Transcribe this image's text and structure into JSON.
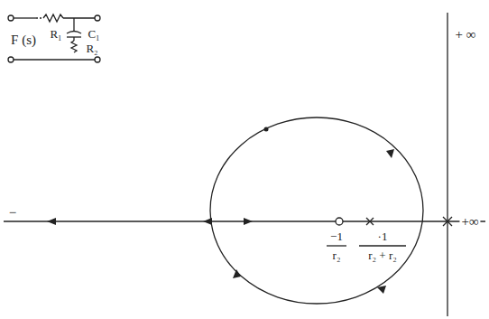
{
  "diagram": {
    "labels": [
      "F (s)",
      "R₁",
      "C₁",
      "R₂",
      "+ ∞",
      "−",
      "−1",
      "r₂",
      "·1",
      "r₂ + r₂",
      "+∞"
    ]
  }
}
